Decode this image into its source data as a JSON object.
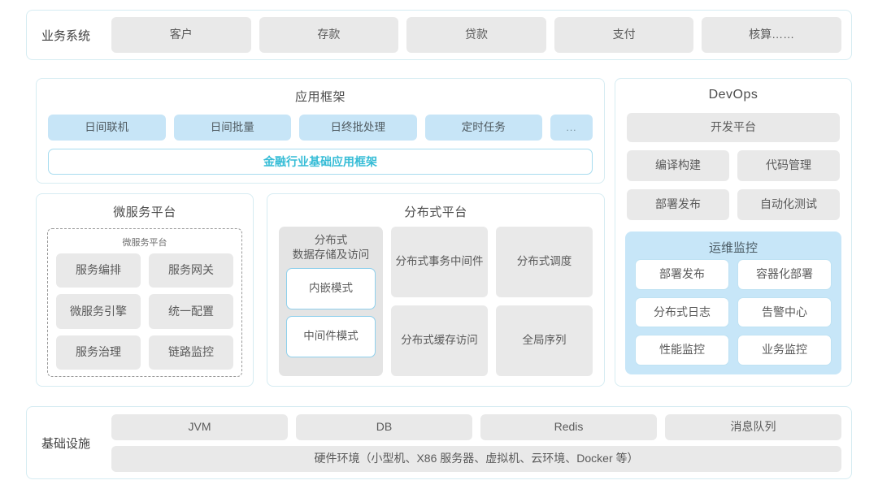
{
  "business_systems": {
    "label": "业务系统",
    "tabs": [
      "客户",
      "存款",
      "贷款",
      "支付",
      "核算……"
    ]
  },
  "app_framework": {
    "title": "应用框架",
    "items": [
      "日间联机",
      "日间批量",
      "日终批处理",
      "定时任务"
    ],
    "more": "...",
    "base_framework": "金融行业基础应用框架",
    "base_framework_color": "#35bcd6"
  },
  "microservice_platform": {
    "title": "微服务平台",
    "inner_title": "微服务平台",
    "items": [
      "服务编排",
      "服务网关",
      "微服务引擎",
      "统一配置",
      "服务治理",
      "链路监控"
    ]
  },
  "distributed_platform": {
    "title": "分布式平台",
    "left_column": {
      "title": "分布式\n数据存储及访问",
      "title_line1": "分布式",
      "title_line2": "数据存储及访问",
      "modes": [
        "内嵌模式",
        "中间件模式"
      ]
    },
    "grid": [
      {
        "line1": "分布式",
        "line2": "事务中间件"
      },
      {
        "line1": "分布式调度",
        "line2": ""
      },
      {
        "line1": "分布式",
        "line2": "缓存访问"
      },
      {
        "line1": "全局序列",
        "line2": ""
      }
    ]
  },
  "devops": {
    "title": "DevOps",
    "dev_platform": "开发平台",
    "items": [
      "编译构建",
      "代码管理",
      "部署发布",
      "自动化测试"
    ],
    "ops_monitoring": {
      "title": "运维监控",
      "panel_color": "#c7e6f8",
      "items": [
        "部署发布",
        "容器化部署",
        "分布式日志",
        "告警中心",
        "性能监控",
        "业务监控"
      ]
    }
  },
  "infrastructure": {
    "label": "基础设施",
    "items": [
      "JVM",
      "DB",
      "Redis",
      "消息队列"
    ],
    "hardware": "硬件环境（小型机、X86 服务器、虚拟机、云环境、Docker 等）"
  }
}
